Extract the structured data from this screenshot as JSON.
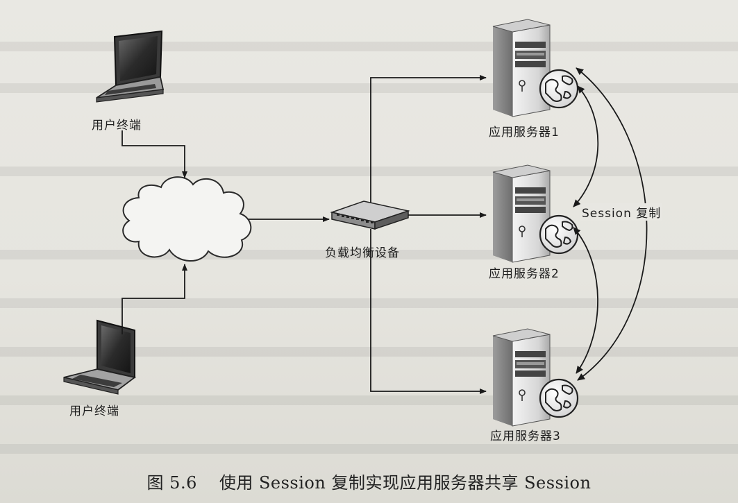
{
  "nodes": {
    "client_top": "用户终端",
    "client_bottom": "用户终端",
    "load_balancer": "负载均衡设备",
    "server1": "应用服务器1",
    "server2": "应用服务器2",
    "server3": "应用服务器3"
  },
  "session_label": "Session 复制",
  "caption": {
    "figure": "图 5.6",
    "title": "使用 Session 复制实现应用服务器共享 Session"
  }
}
